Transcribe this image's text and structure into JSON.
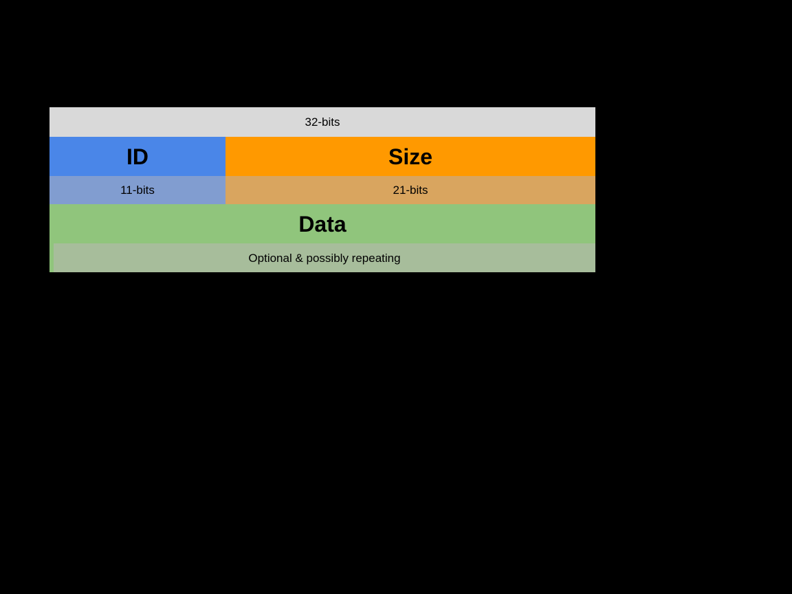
{
  "canvas": {
    "background": "#000000"
  },
  "diagram": {
    "title": "bit-field-structure",
    "colors": {
      "header_bg": "#d9d9d9",
      "id_bg": "#4a86e8",
      "size_bg": "#ff9900",
      "id_bits_bg": "#819dd0",
      "size_bits_bg": "#d9a55f",
      "data_bg": "#90c57c",
      "optional_bg": "#a7bd9b",
      "text": "#000000"
    },
    "header": {
      "label": "32-bits"
    },
    "columns": [
      {
        "name": "ID",
        "bits": "11-bits"
      },
      {
        "name": "Size",
        "bits": "21-bits"
      }
    ],
    "data_row": {
      "label": "Data"
    },
    "optional_row": {
      "label": "Optional & possibly repeating"
    }
  }
}
